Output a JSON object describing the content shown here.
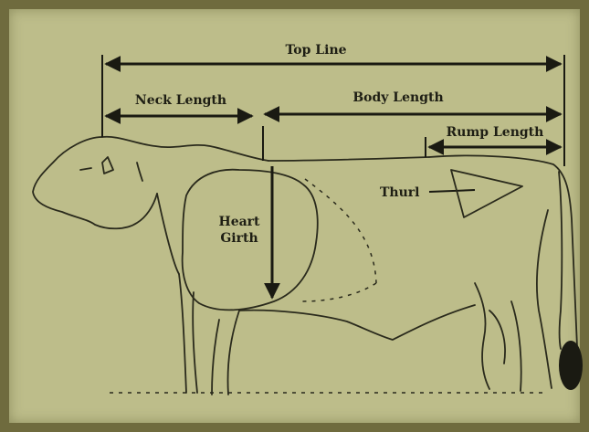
{
  "labels": {
    "top_line": "Top Line",
    "neck_length": "Neck Length",
    "body_length": "Body Length",
    "rump_length": "Rump Length",
    "thurl": "Thurl",
    "heart": "Heart",
    "girth": "Girth"
  },
  "colors": {
    "frame": "#6f6b3e",
    "panel": "#bdbd8a",
    "ink": "#1e1e14"
  }
}
